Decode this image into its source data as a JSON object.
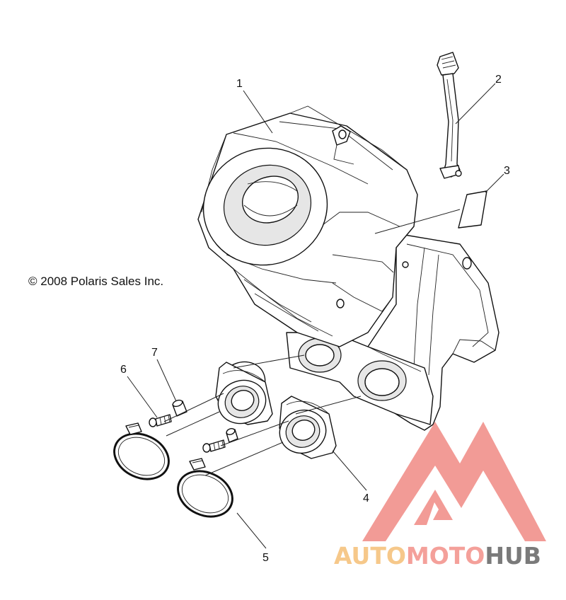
{
  "copyright": "© 2008 Polaris Sales Inc.",
  "callouts": [
    {
      "id": "1",
      "label": "1"
    },
    {
      "id": "2",
      "label": "2"
    },
    {
      "id": "3",
      "label": "3"
    },
    {
      "id": "4",
      "label": "4"
    },
    {
      "id": "5",
      "label": "5"
    },
    {
      "id": "6",
      "label": "6"
    },
    {
      "id": "7",
      "label": "7"
    }
  ],
  "watermark": {
    "parts": [
      "AUTO",
      "MOTO",
      "HUB"
    ],
    "colors": {
      "auto": "#f6c88a",
      "moto": "#f4a09a",
      "hub": "#7a7a7a",
      "logo": "#f08a84"
    }
  }
}
